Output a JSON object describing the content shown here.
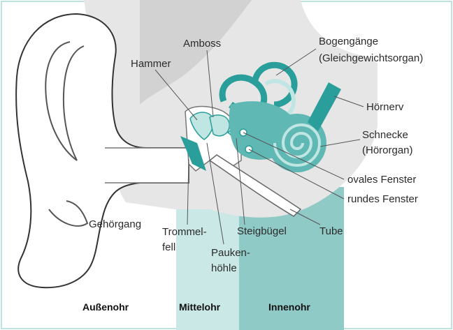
{
  "labels": {
    "amboss": "Amboss",
    "bogengaenge": "Bogengänge",
    "bogengaenge_sub": "(Gleichgewichtsorgan)",
    "hammer": "Hammer",
    "hoernerv": "Hörnerv",
    "schnecke": "Schnecke",
    "schnecke_sub": "(Hörorgan)",
    "ovales_fenster": "ovales Fenster",
    "rundes_fenster": "rundes Fenster",
    "gehoergang": "Gehörgang",
    "trommelfell_1": "Trommel-",
    "trommelfell_2": "fell",
    "steigbuegel": "Steigbügel",
    "tube": "Tube",
    "paukenhoehle_1": "Pauken-",
    "paukenhoehle_2": "höhle"
  },
  "sections": {
    "aussenohr": "Außenohr",
    "mittelohr": "Mittelohr",
    "innenohr": "Innenohr"
  },
  "colors": {
    "teal": "#2a9e9a",
    "teal_light": "#bfe6e3",
    "mittelohr_band": "#c9e8e6",
    "innenohr_band": "#8fcac6",
    "skin": "#ffffff",
    "shadow": "#c8c8c8"
  }
}
